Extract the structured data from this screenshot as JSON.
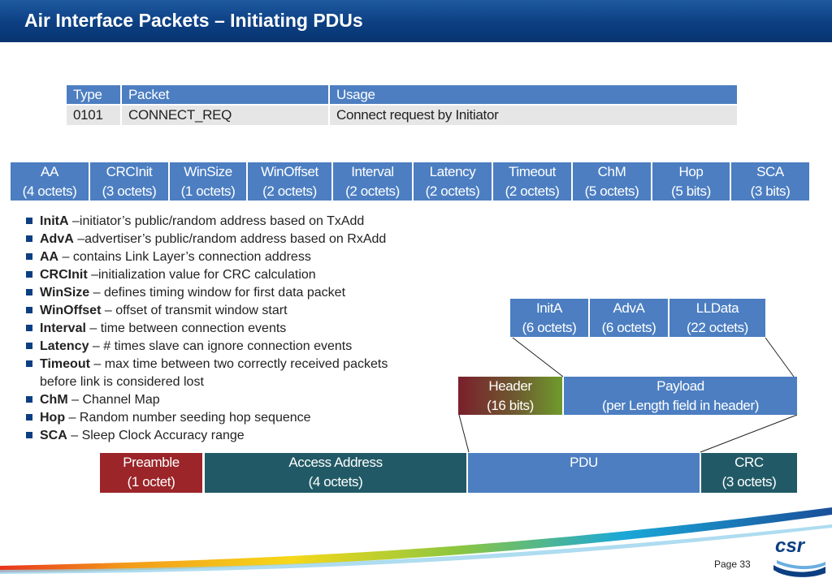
{
  "title": "Air Interface Packets – Initiating PDUs",
  "packet_table": {
    "headers": [
      "Type",
      "Packet",
      "Usage"
    ],
    "rows": [
      [
        "0101",
        "CONNECT_REQ",
        "Connect request by Initiator"
      ]
    ]
  },
  "fields": [
    {
      "name": "AA",
      "size": "(4 octets)"
    },
    {
      "name": "CRCInit",
      "size": "(3 octets)"
    },
    {
      "name": "WinSize",
      "size": "(1 octets)"
    },
    {
      "name": "WinOffset",
      "size": "(2 octets)"
    },
    {
      "name": "Interval",
      "size": "(2 octets)"
    },
    {
      "name": "Latency",
      "size": "(2 octets)"
    },
    {
      "name": "Timeout",
      "size": "(2 octets)"
    },
    {
      "name": "ChM",
      "size": "(5 octets)"
    },
    {
      "name": "Hop",
      "size": "(5 bits)"
    },
    {
      "name": "SCA",
      "size": "(3 bits)"
    }
  ],
  "bullets": [
    {
      "term": "InitA",
      "desc": " –initiator’s public/random address based on TxAdd"
    },
    {
      "term": "AdvA",
      "desc": " –advertiser’s public/random address based on RxAdd"
    },
    {
      "term": "AA",
      "desc": " – contains Link Layer’s connection address"
    },
    {
      "term": "CRCInit",
      "desc": " –initialization value for CRC calculation"
    },
    {
      "term": "WinSize",
      "desc": " – defines timing window for first data packet"
    },
    {
      "term": "WinOffset",
      "desc": " – offset of transmit window start"
    },
    {
      "term": "Interval",
      "desc": " – time between connection events"
    },
    {
      "term": "Latency",
      "desc": " – # times slave can ignore connection events"
    },
    {
      "term": "Timeout",
      "desc": " – max time between two correctly received packets",
      "cont": "before link is considered lost"
    },
    {
      "term": "ChM",
      "desc": " – Channel Map"
    },
    {
      "term": "Hop",
      "desc": " – Random number seeding hop sequence"
    },
    {
      "term": "SCA",
      "desc": " – Sleep Clock Accuracy range"
    }
  ],
  "payload_fields": [
    {
      "name": "InitA",
      "size": "(6 octets)"
    },
    {
      "name": "AdvA",
      "size": "(6 octets)"
    },
    {
      "name": "LLData",
      "size": "(22 octets)"
    }
  ],
  "pdu": {
    "header": {
      "name": "Header",
      "size": "(16 bits)"
    },
    "payload": {
      "name": "Payload",
      "size": "(per Length field in header)"
    }
  },
  "packet": {
    "preamble": {
      "name": "Preamble",
      "size": "(1 octet)"
    },
    "access_address": {
      "name": "Access Address",
      "size": "(4 octets)"
    },
    "pdu": {
      "name": "PDU"
    },
    "crc": {
      "name": "CRC",
      "size": "(3 octets)"
    }
  },
  "footer": {
    "page": "Page 33"
  },
  "colors": {
    "title_bar": "#0c3f82",
    "field_blue": "#4c7ec1",
    "preamble": "#9b2529",
    "teal": "#215a66"
  }
}
